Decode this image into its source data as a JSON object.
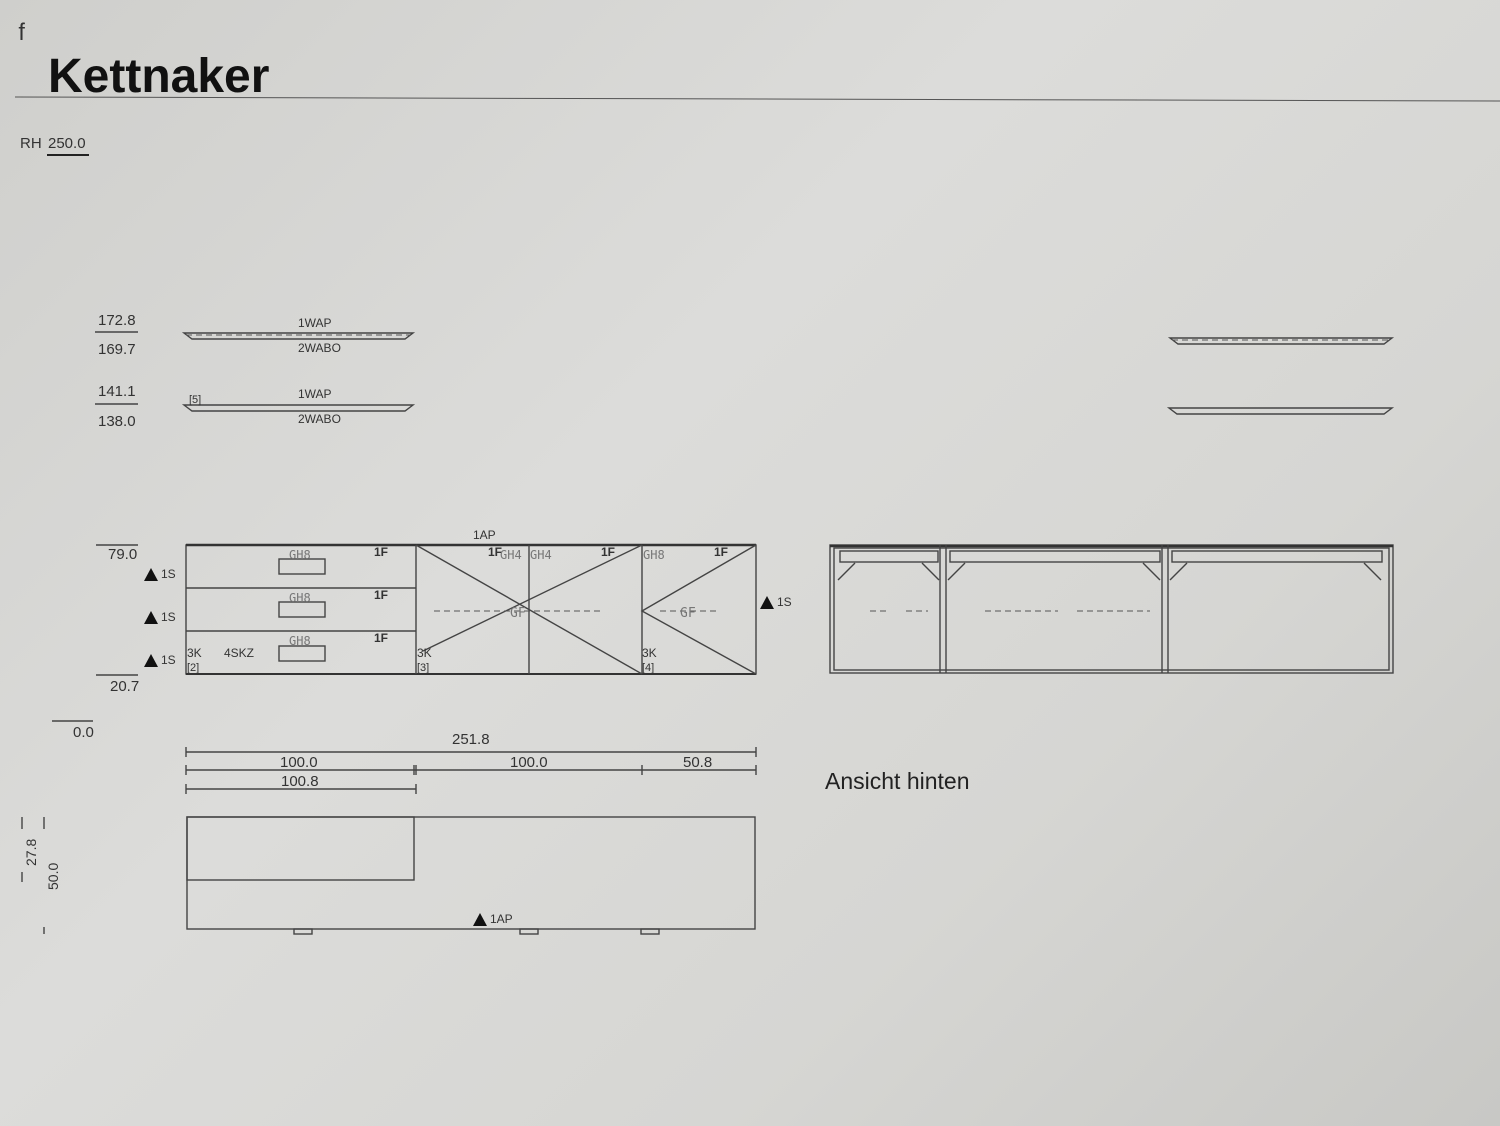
{
  "header": {
    "brand": "Kettnaker",
    "room_height_label": "RH",
    "room_height": "250.0"
  },
  "upper_shelves": [
    {
      "top": "172.8",
      "bottom": "169.7",
      "label_top": "1WAP",
      "label_bottom": "2WABO",
      "tag": ""
    },
    {
      "top": "141.1",
      "bottom": "138.0",
      "label_top": "1WAP",
      "label_bottom": "2WABO",
      "tag": "[5]"
    }
  ],
  "cabinet": {
    "top_height": "79.0",
    "bottom_height": "20.7",
    "floor": "0.0",
    "top_label": "1AP",
    "side_label": "1S",
    "drawers": [
      {
        "handle": "GH8",
        "front": "1F"
      },
      {
        "handle": "GH8",
        "front": "1F"
      },
      {
        "handle": "GH8",
        "front": "1F"
      }
    ],
    "drawer_unit": {
      "code": "3K",
      "index": "[2]",
      "label": "4SKZ"
    },
    "door_unit_1": {
      "code": "3K",
      "index": "[3]",
      "front_left": "1F",
      "handle_left": "GH4",
      "handle_right": "GH4",
      "front_right": "1F",
      "shelf": "GF"
    },
    "door_unit_2": {
      "code": "3K",
      "index": "[4]",
      "handle": "GH8",
      "front": "1F",
      "shelf": "GF"
    }
  },
  "dimensions": {
    "total": "251.8",
    "seg1": "100.0",
    "seg2": "100.0",
    "seg3": "50.8",
    "sub1": "100.8"
  },
  "plan": {
    "depth1": "27.8",
    "depth2": "50.0",
    "label": "1AP"
  },
  "rear_view": {
    "title": "Ansicht hinten"
  }
}
